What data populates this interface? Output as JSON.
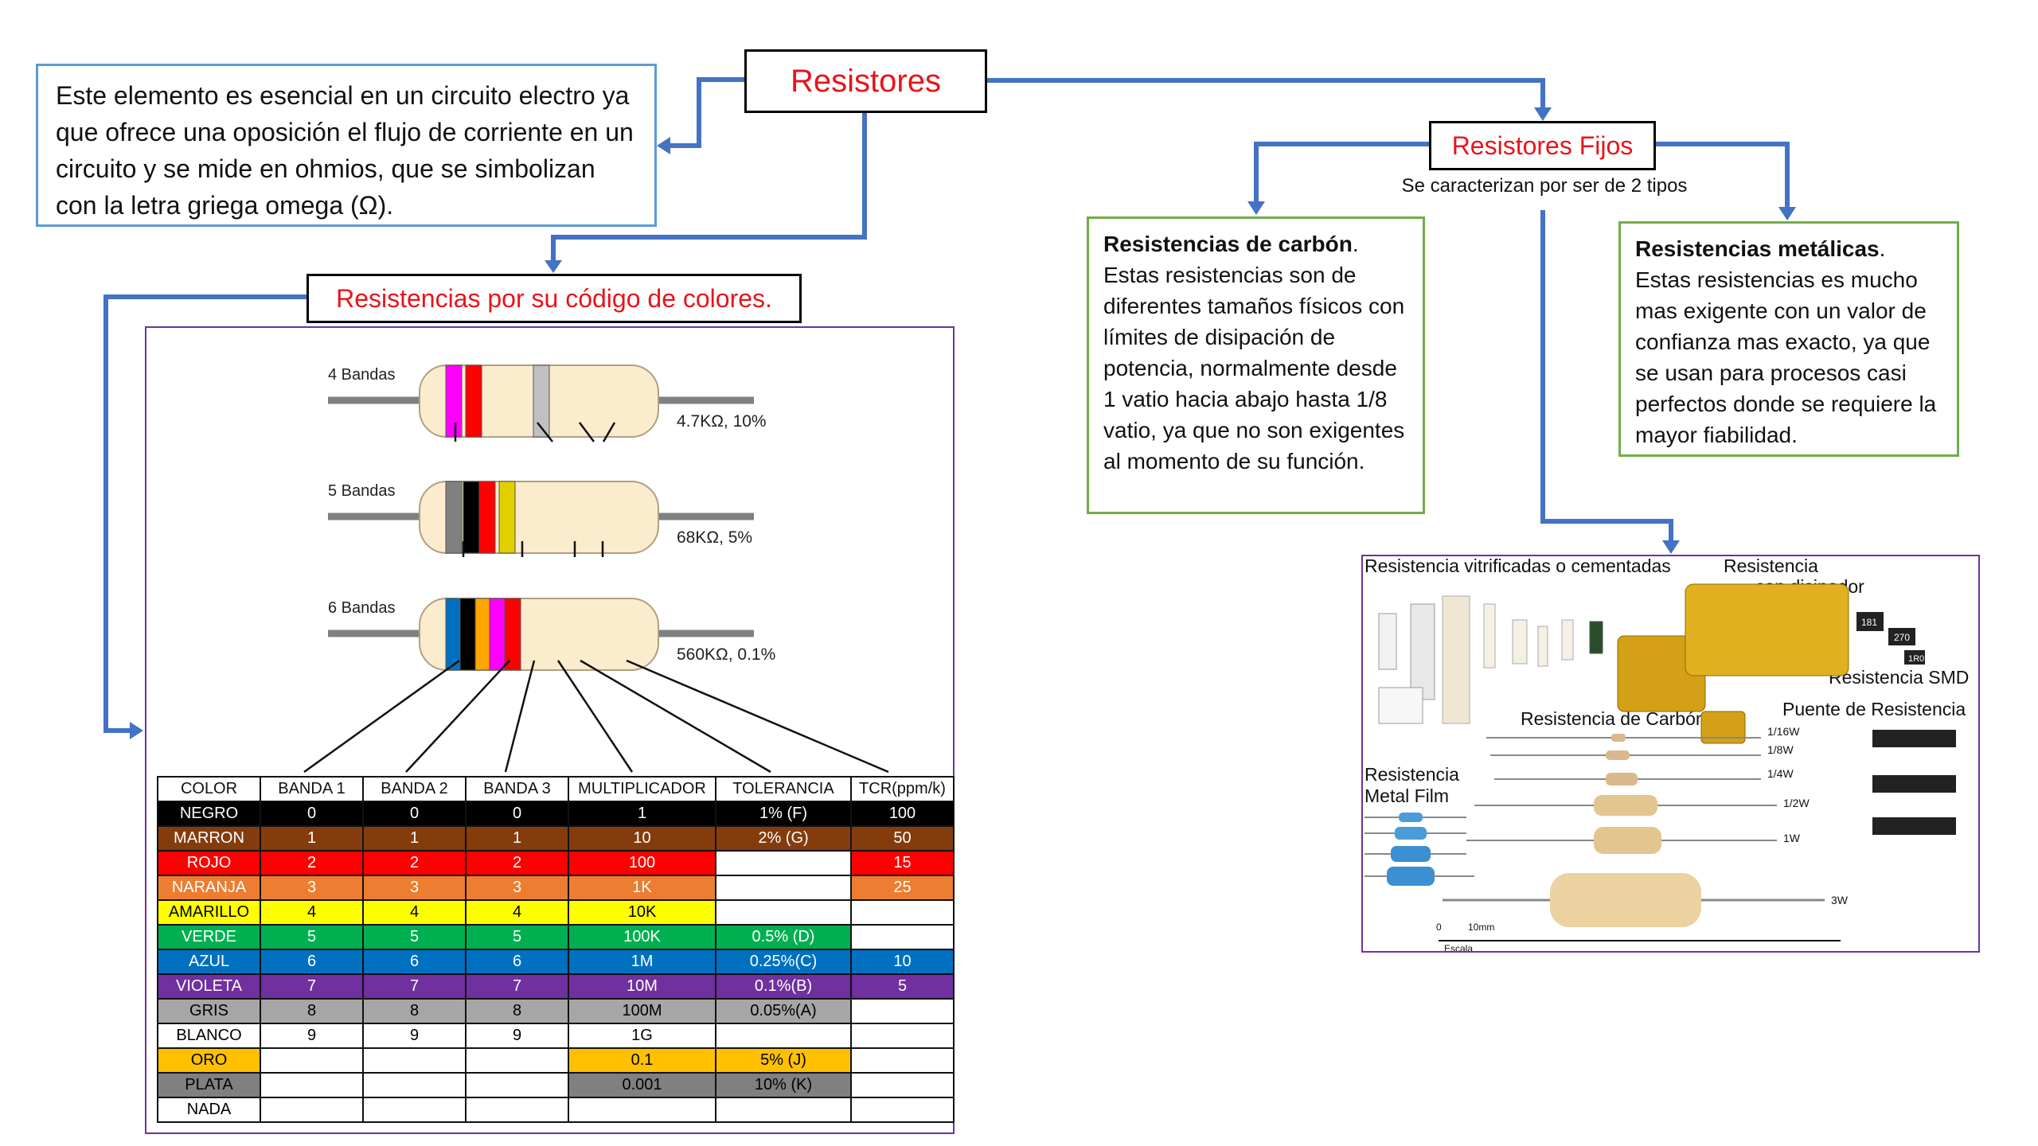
{
  "main_title": "Resistores",
  "definition": "Este elemento es esencial en un circuito electro ya que ofrece una oposición el flujo de corriente en un circuito y se mide en ohmios, que se simbolizan con la letra griega omega (Ω).",
  "color_code_title": "Resistencias por su código de colores.",
  "fixed_title": "Resistores Fijos",
  "fixed_note": "Se caracterizan por ser de 2 tipos",
  "carbon": {
    "heading": "Resistencias de carbón",
    "period": ".",
    "body": "Estas resistencias son de diferentes tamaños físicos con límites de disipación de potencia, normalmente desde 1 vatio hacia abajo hasta 1/8 vatio, ya que no son exigentes al momento de su función."
  },
  "metal": {
    "heading": "Resistencias metálicas",
    "period": ".",
    "body": "Estas resistencias es mucho mas exigente con un valor de confianza mas exacto, ya que se usan para procesos casi perfectos donde se requiere la mayor fiabilidad."
  },
  "resistor_diagram": {
    "rows": [
      {
        "label": "4 Bandas",
        "value": "4.7KΩ, 10%",
        "bands": [
          "#ffff00",
          "#ff00ff",
          "#ff0000",
          "#c0c0c0"
        ]
      },
      {
        "label": "5 Bandas",
        "value": "68KΩ, 5%",
        "bands": [
          "#0070c0",
          "#808080",
          "#000000",
          "#ff0000",
          "#e0d000"
        ]
      },
      {
        "label": "6 Bandas",
        "value": "560KΩ, 0.1%",
        "bands": [
          "#00a050",
          "#0070c0",
          "#000000",
          "#ffa500",
          "#ff00ff",
          "#ff0000"
        ]
      }
    ]
  },
  "table": {
    "headers": [
      "COLOR",
      "BANDA 1",
      "BANDA 2",
      "BANDA 3",
      "MULTIPLICADOR",
      "TOLERANCIA",
      "TCR(ppm/k)"
    ],
    "rows": [
      {
        "bg": "#000000",
        "fg": "#ffffff",
        "cells": [
          "NEGRO",
          "0",
          "0",
          "0",
          "1",
          "1% (F)",
          "100"
        ],
        "empty": []
      },
      {
        "bg": "#843c0c",
        "fg": "#ffffff",
        "cells": [
          "MARRON",
          "1",
          "1",
          "1",
          "10",
          "2% (G)",
          "50"
        ],
        "empty": []
      },
      {
        "bg": "#ff0000",
        "fg": "#ffffff",
        "cells": [
          "ROJO",
          "2",
          "2",
          "2",
          "100",
          "",
          "15"
        ],
        "empty": [
          5
        ]
      },
      {
        "bg": "#ed7d31",
        "fg": "#ffffff",
        "cells": [
          "NARANJA",
          "3",
          "3",
          "3",
          "1K",
          "",
          "25"
        ],
        "empty": [
          5
        ]
      },
      {
        "bg": "#ffff00",
        "fg": "#000000",
        "cells": [
          "AMARILLO",
          "4",
          "4",
          "4",
          "10K",
          "",
          ""
        ],
        "empty": [
          5,
          6
        ]
      },
      {
        "bg": "#00b050",
        "fg": "#ffffff",
        "cells": [
          "VERDE",
          "5",
          "5",
          "5",
          "100K",
          "0.5% (D)",
          ""
        ],
        "empty": [
          6
        ]
      },
      {
        "bg": "#0070c0",
        "fg": "#ffffff",
        "cells": [
          "AZUL",
          "6",
          "6",
          "6",
          "1M",
          "0.25%(C)",
          "10"
        ],
        "empty": []
      },
      {
        "bg": "#7030a0",
        "fg": "#ffffff",
        "cells": [
          "VIOLETA",
          "7",
          "7",
          "7",
          "10M",
          "0.1%(B)",
          "5"
        ],
        "empty": []
      },
      {
        "bg": "#a6a6a6",
        "fg": "#000000",
        "cells": [
          "GRIS",
          "8",
          "8",
          "8",
          "100M",
          "0.05%(A)",
          ""
        ],
        "empty": [
          6
        ]
      },
      {
        "bg": "#ffffff",
        "fg": "#000000",
        "cells": [
          "BLANCO",
          "9",
          "9",
          "9",
          "1G",
          "",
          ""
        ],
        "empty": [
          5,
          6
        ]
      },
      {
        "bg": "#ffc000",
        "fg": "#000000",
        "cells": [
          "ORO",
          "",
          "",
          "",
          "0.1",
          "5% (J)",
          ""
        ],
        "empty": [
          1,
          2,
          3,
          6
        ]
      },
      {
        "bg": "#808080",
        "fg": "#000000",
        "cells": [
          "PLATA",
          "",
          "",
          "",
          "0.001",
          "10% (K)",
          ""
        ],
        "empty": [
          1,
          2,
          3,
          6
        ]
      },
      {
        "bg": "#ffffff",
        "fg": "#000000",
        "cells": [
          "NADA",
          "",
          "",
          "",
          "",
          "",
          ""
        ],
        "empty": [
          1,
          2,
          3,
          4,
          5,
          6
        ]
      }
    ]
  },
  "photo_labels": {
    "vitrificadas": "Resistencia vitrificadas o cementadas",
    "disipador_1": "Resistencia",
    "disipador_2": "con disipador",
    "smd": "Resistencia SMD",
    "puente": "Puente de Resistencia",
    "carbon": "Resistencia de Carbón",
    "metal_film_1": "Resistencia",
    "metal_film_2": "Metal Film",
    "w1": "1/16W",
    "w2": "1/8W",
    "w3": "1/4W",
    "w4": "1/2W",
    "w5": "1W",
    "w6": "3W",
    "scale_0": "0",
    "scale_10": "10mm",
    "scale_label": "Escala",
    "smd_codes": [
      "181",
      "270",
      "1R0"
    ]
  }
}
